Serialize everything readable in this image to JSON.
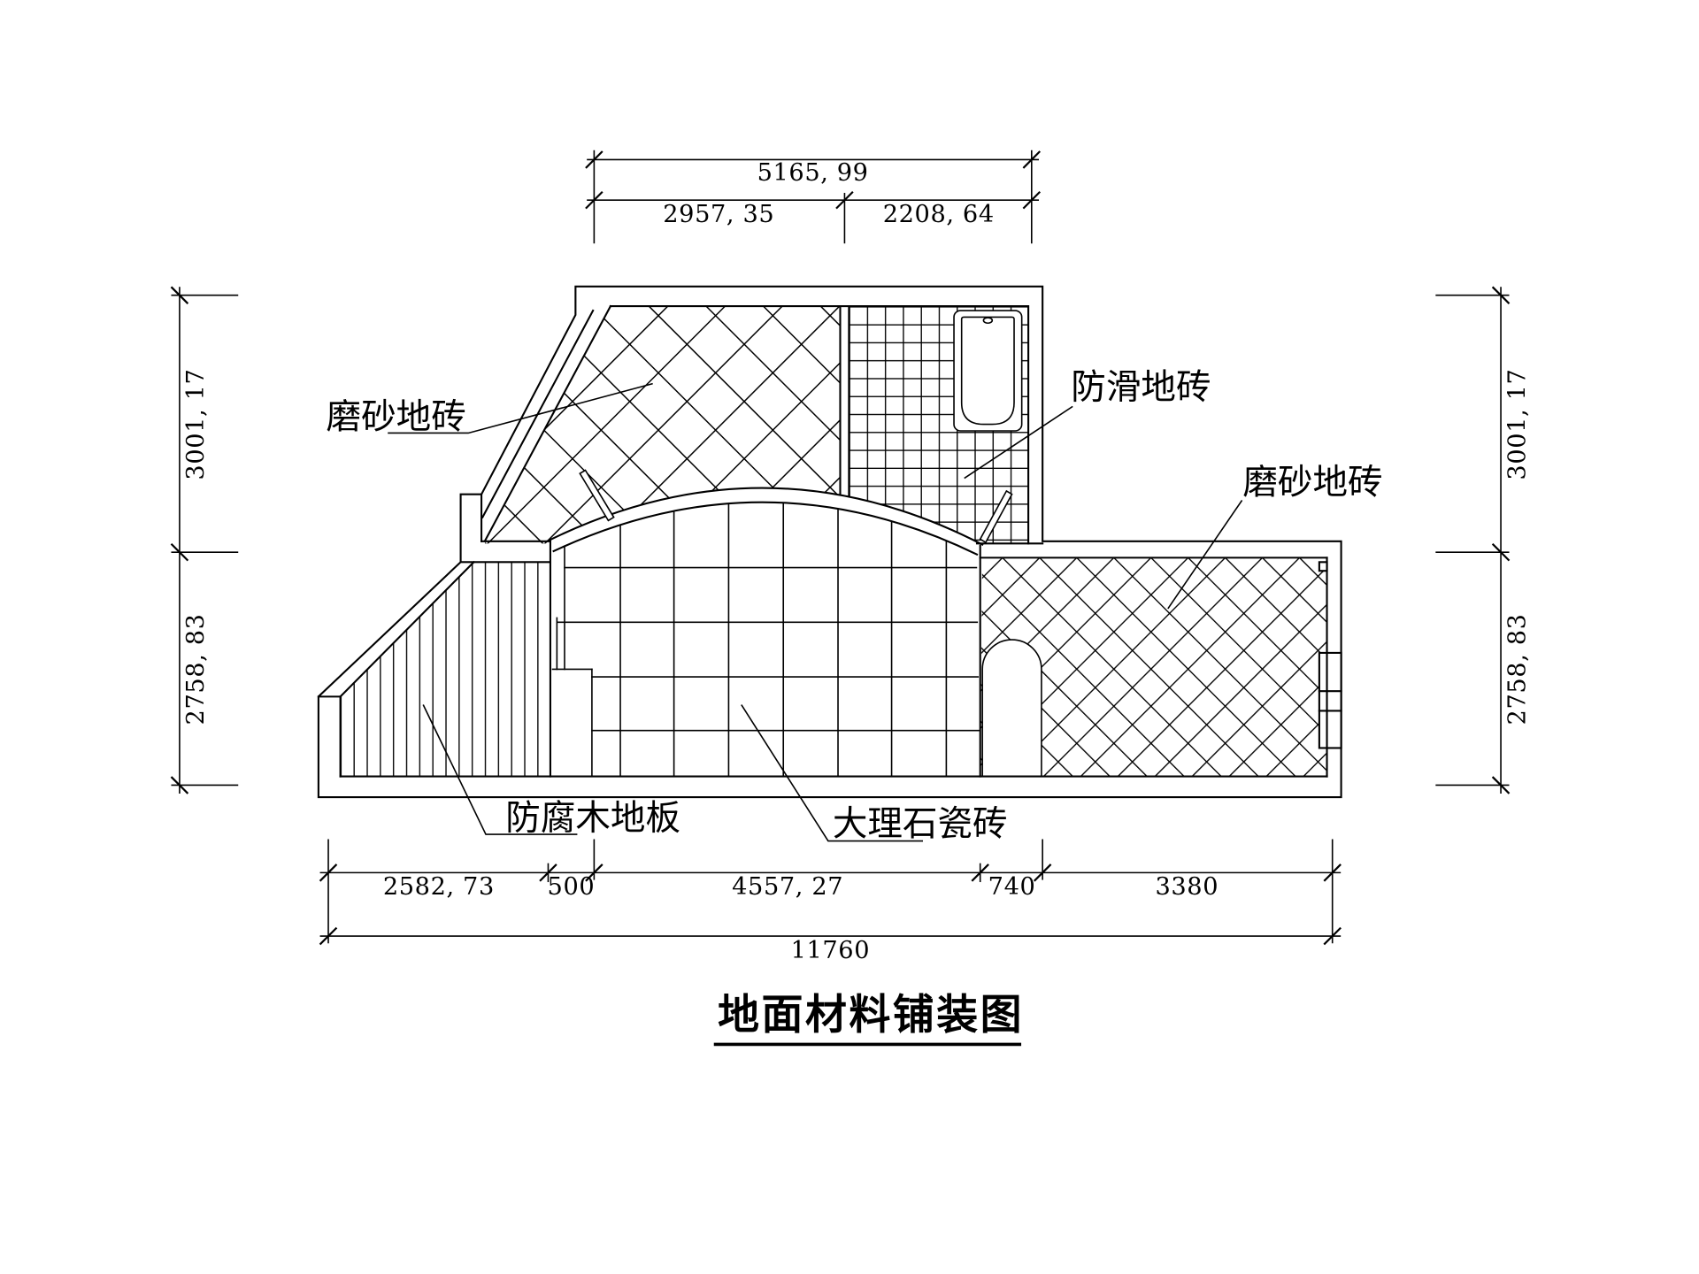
{
  "title": "地面材料铺装图",
  "dimensions": {
    "top_total": "5165, 99",
    "top_left": "2957, 35",
    "top_right": "2208, 64",
    "left_upper": "3001, 17",
    "left_lower": "2758, 83",
    "right_upper": "3001, 17",
    "right_lower": "2758, 83",
    "bottom_1": "2582, 73",
    "bottom_2": "500",
    "bottom_3": "4557, 27",
    "bottom_4": "740",
    "bottom_5": "3380",
    "bottom_total": "11760"
  },
  "materials": {
    "upper_left": "磨砂地砖",
    "bathroom": "防滑地砖",
    "right": "磨砂地砖",
    "wood": "防腐木地板",
    "marble": "大理石瓷砖"
  },
  "colors": {
    "line": "#000000",
    "paper": "#ffffff"
  }
}
